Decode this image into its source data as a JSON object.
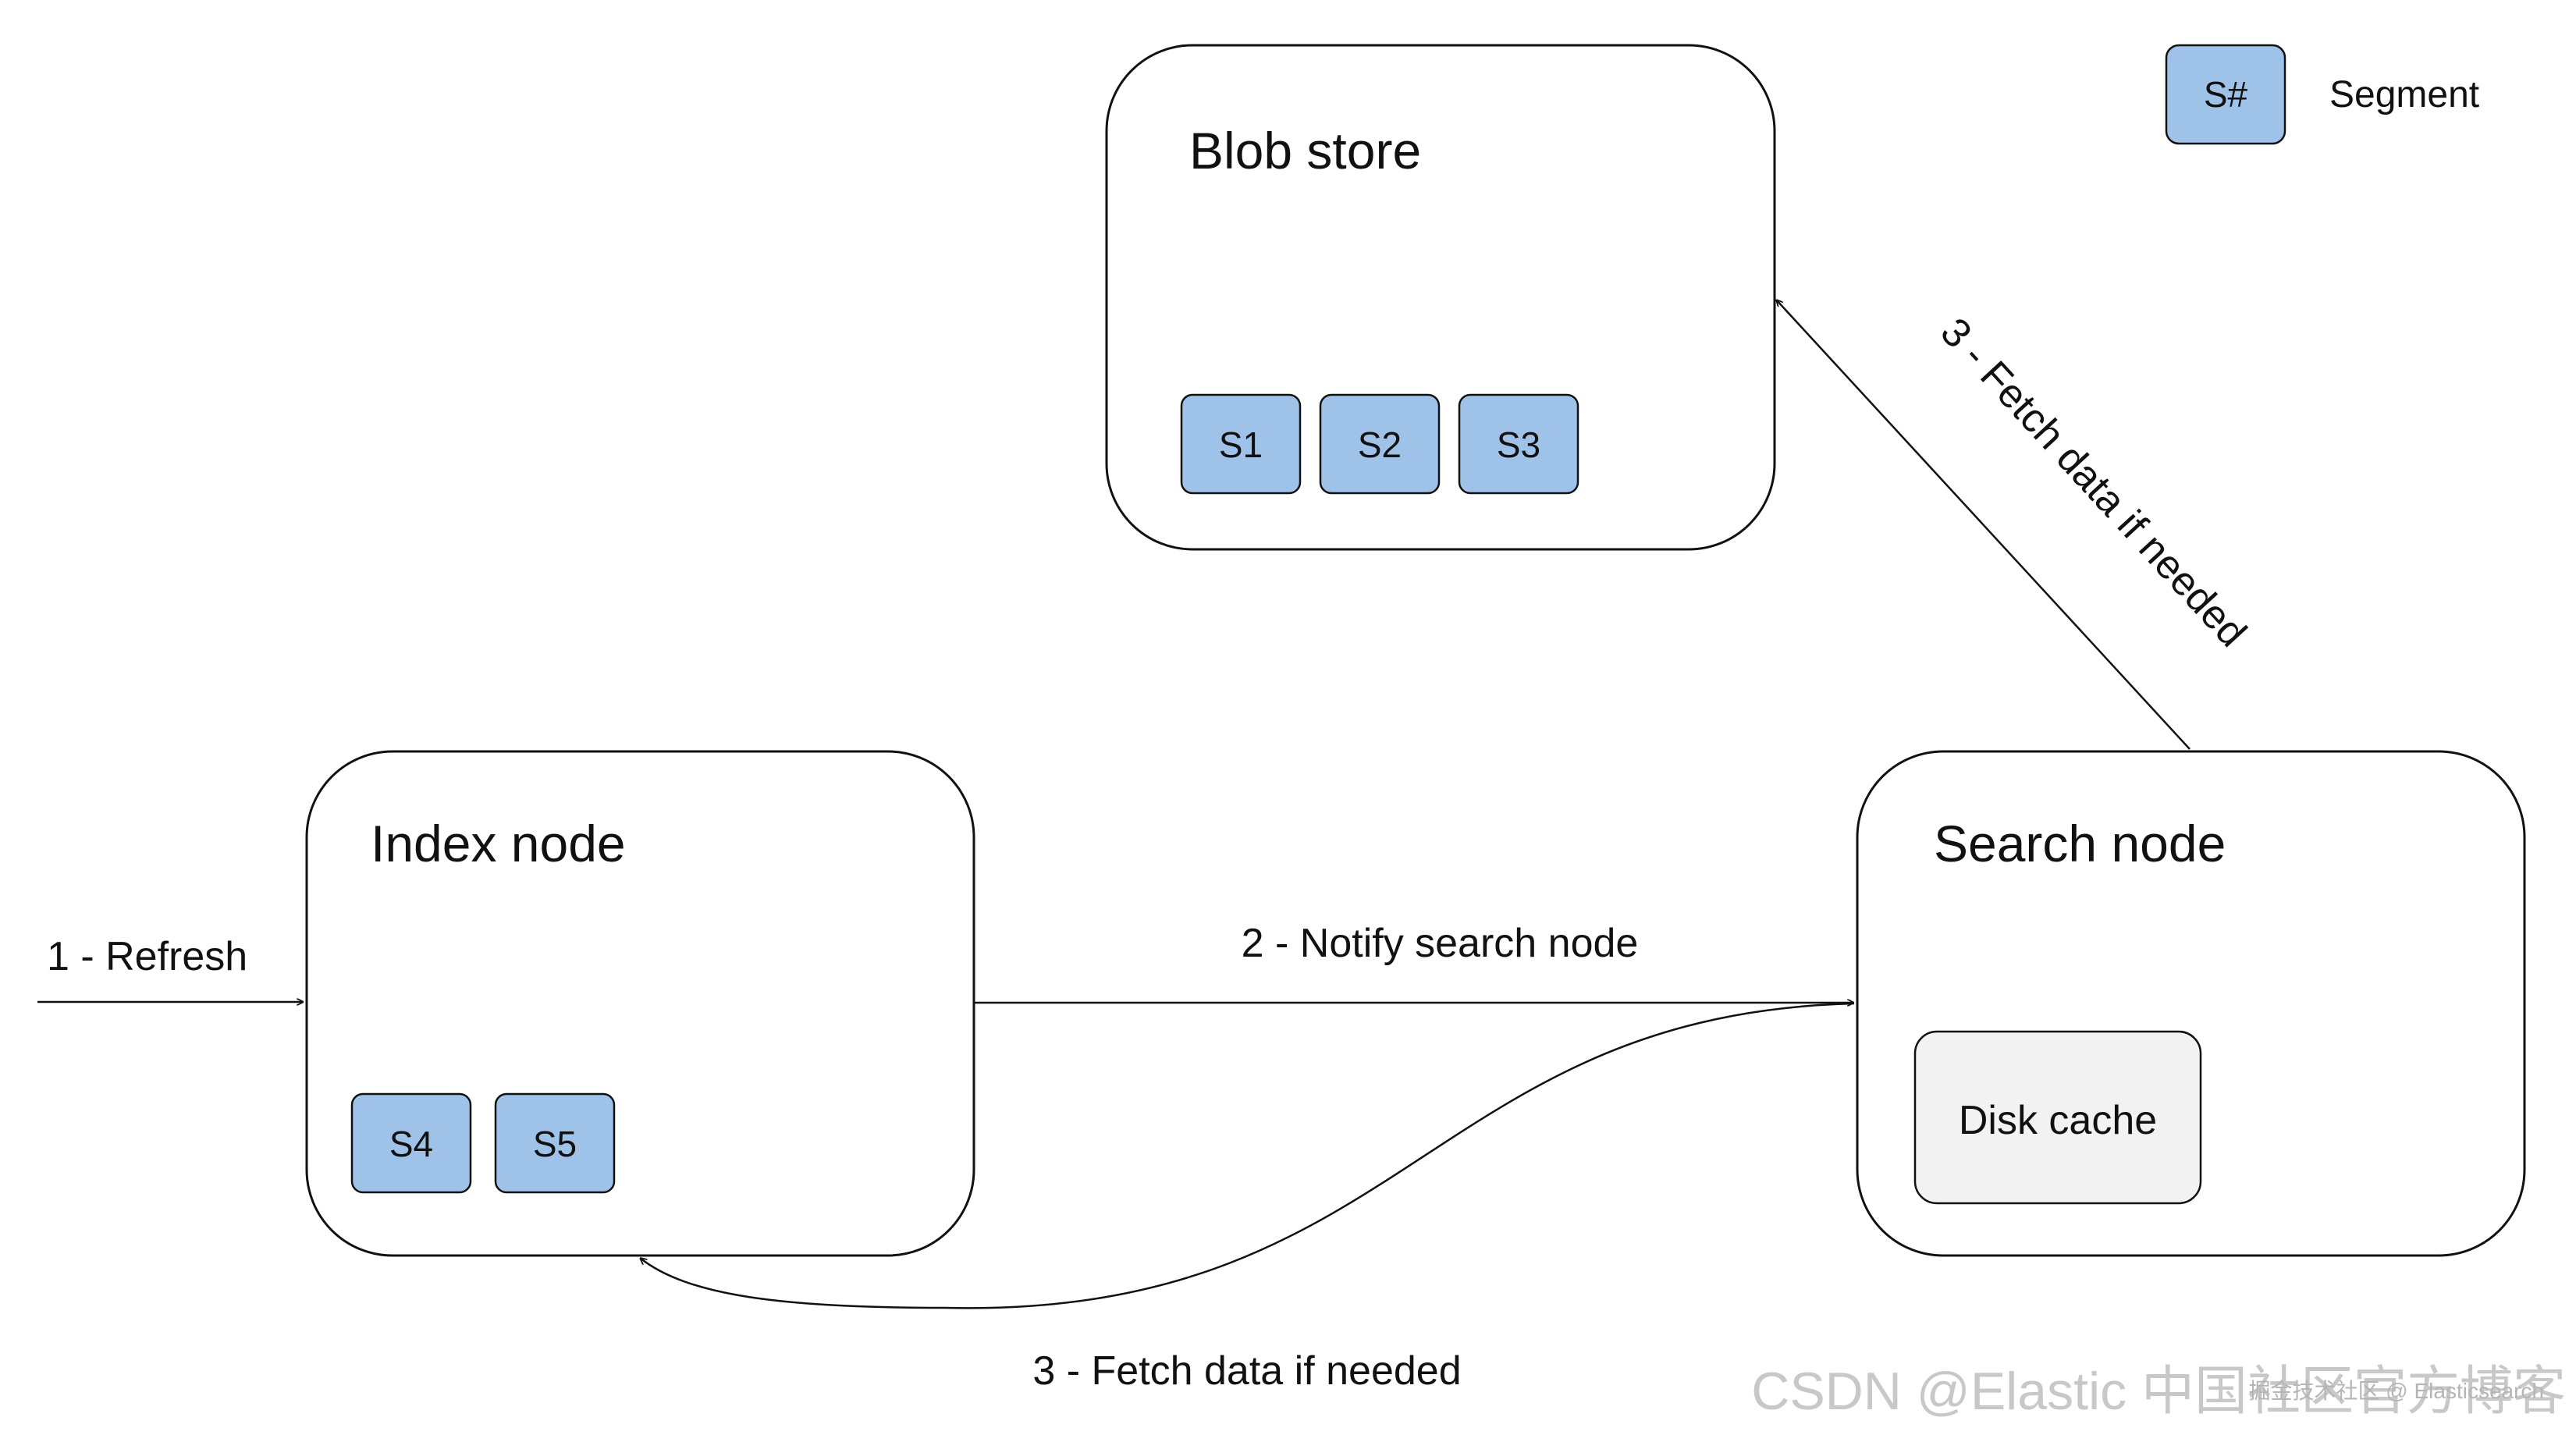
{
  "nodes": {
    "blob_store": {
      "title": "Blob store",
      "segments": [
        "S1",
        "S2",
        "S3"
      ]
    },
    "index_node": {
      "title": "Index node",
      "segments": [
        "S4",
        "S5"
      ]
    },
    "search_node": {
      "title": "Search node",
      "cache_label": "Disk cache"
    }
  },
  "legend": {
    "symbol": "S#",
    "label": "Segment"
  },
  "edges": {
    "refresh": "1 - Refresh",
    "notify": "2 - Notify search node",
    "fetch_blob": "3 - Fetch data if needed",
    "fetch_index": "3 - Fetch data if needed"
  },
  "watermark": {
    "main": "CSDN @Elastic 中国社区官方博客",
    "small": "掘金技术社区 @ Elasticsearch"
  },
  "colors": {
    "segment_fill": "#9fc3e8",
    "cache_fill": "#f2f2f2",
    "stroke": "#111111"
  }
}
